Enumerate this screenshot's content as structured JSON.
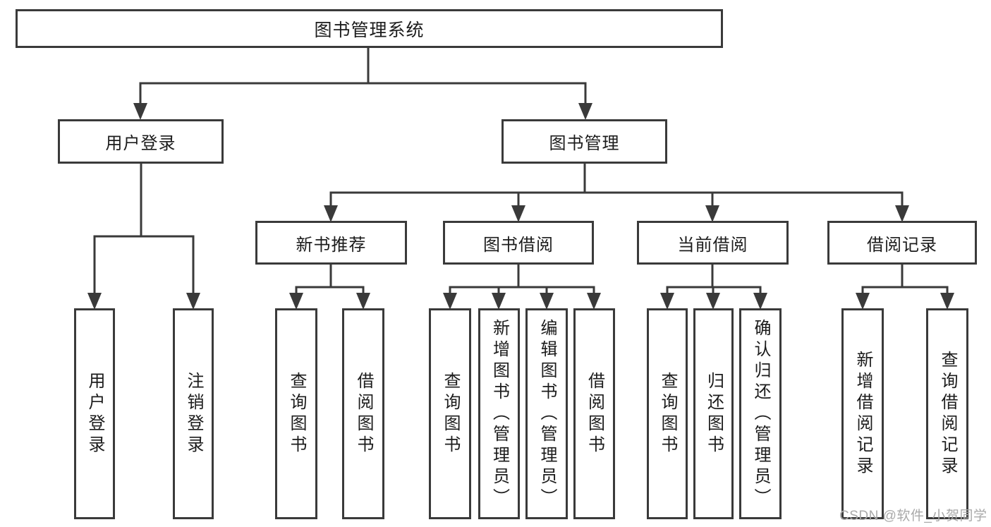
{
  "title": "图书管理系统",
  "level2": [
    {
      "label": "用户登录",
      "leaves": [
        {
          "label": "用户登录"
        },
        {
          "label": "注销登录"
        }
      ]
    },
    {
      "label": "图书管理",
      "children": [
        {
          "label": "新书推荐",
          "leaves": [
            {
              "label": "查询图书"
            },
            {
              "label": "借阅图书"
            }
          ]
        },
        {
          "label": "图书借阅",
          "leaves": [
            {
              "label": "查询图书"
            },
            {
              "label": "新增图书（管理员）"
            },
            {
              "label": "编辑图书（管理员）"
            },
            {
              "label": "借阅图书"
            }
          ]
        },
        {
          "label": "当前借阅",
          "leaves": [
            {
              "label": "查询图书"
            },
            {
              "label": "归还图书"
            },
            {
              "label": "确认归还（管理员）"
            }
          ]
        },
        {
          "label": "借阅记录",
          "leaves": [
            {
              "label": "新增借阅记录"
            },
            {
              "label": "查询借阅记录"
            }
          ]
        }
      ]
    }
  ],
  "watermark": "CSDN @软件_小贺同学",
  "colors": {
    "line": "#3a3a3a",
    "text": "#1c1c1c",
    "background": "#ffffff",
    "watermark": "#a9a9a9"
  }
}
